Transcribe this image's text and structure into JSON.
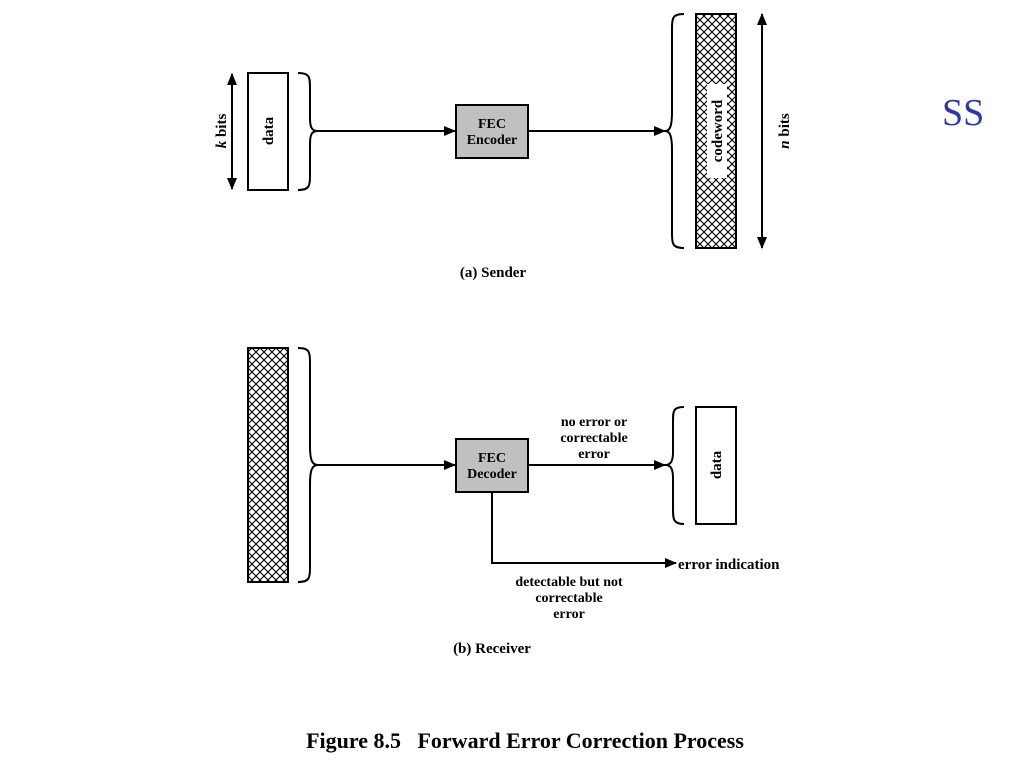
{
  "corner_label": "SS",
  "sender": {
    "input_size_label_var": "k",
    "input_size_label_rest": " bits",
    "input_block_label": "data",
    "encoder_line1": "FEC",
    "encoder_line2": "Encoder",
    "output_block_label": "codeword",
    "output_size_label_var": "n",
    "output_size_label_rest": " bits",
    "caption": "(a) Sender"
  },
  "receiver": {
    "decoder_line1": "FEC",
    "decoder_line2": "Decoder",
    "ok_path_line1": "no error or",
    "ok_path_line2": "correctable",
    "ok_path_line3": "error",
    "output_block_label": "data",
    "error_output_label": "error indication",
    "error_path_line1": "detectable but not",
    "error_path_line2": "correctable",
    "error_path_line3": "error",
    "caption": "(b) Receiver"
  },
  "figure_caption": "Figure 8.5   Forward Error Correction Process",
  "colors": {
    "box_fill": "#c0c0c0",
    "stroke": "#000000",
    "corner_label": "#2e3a9e"
  }
}
